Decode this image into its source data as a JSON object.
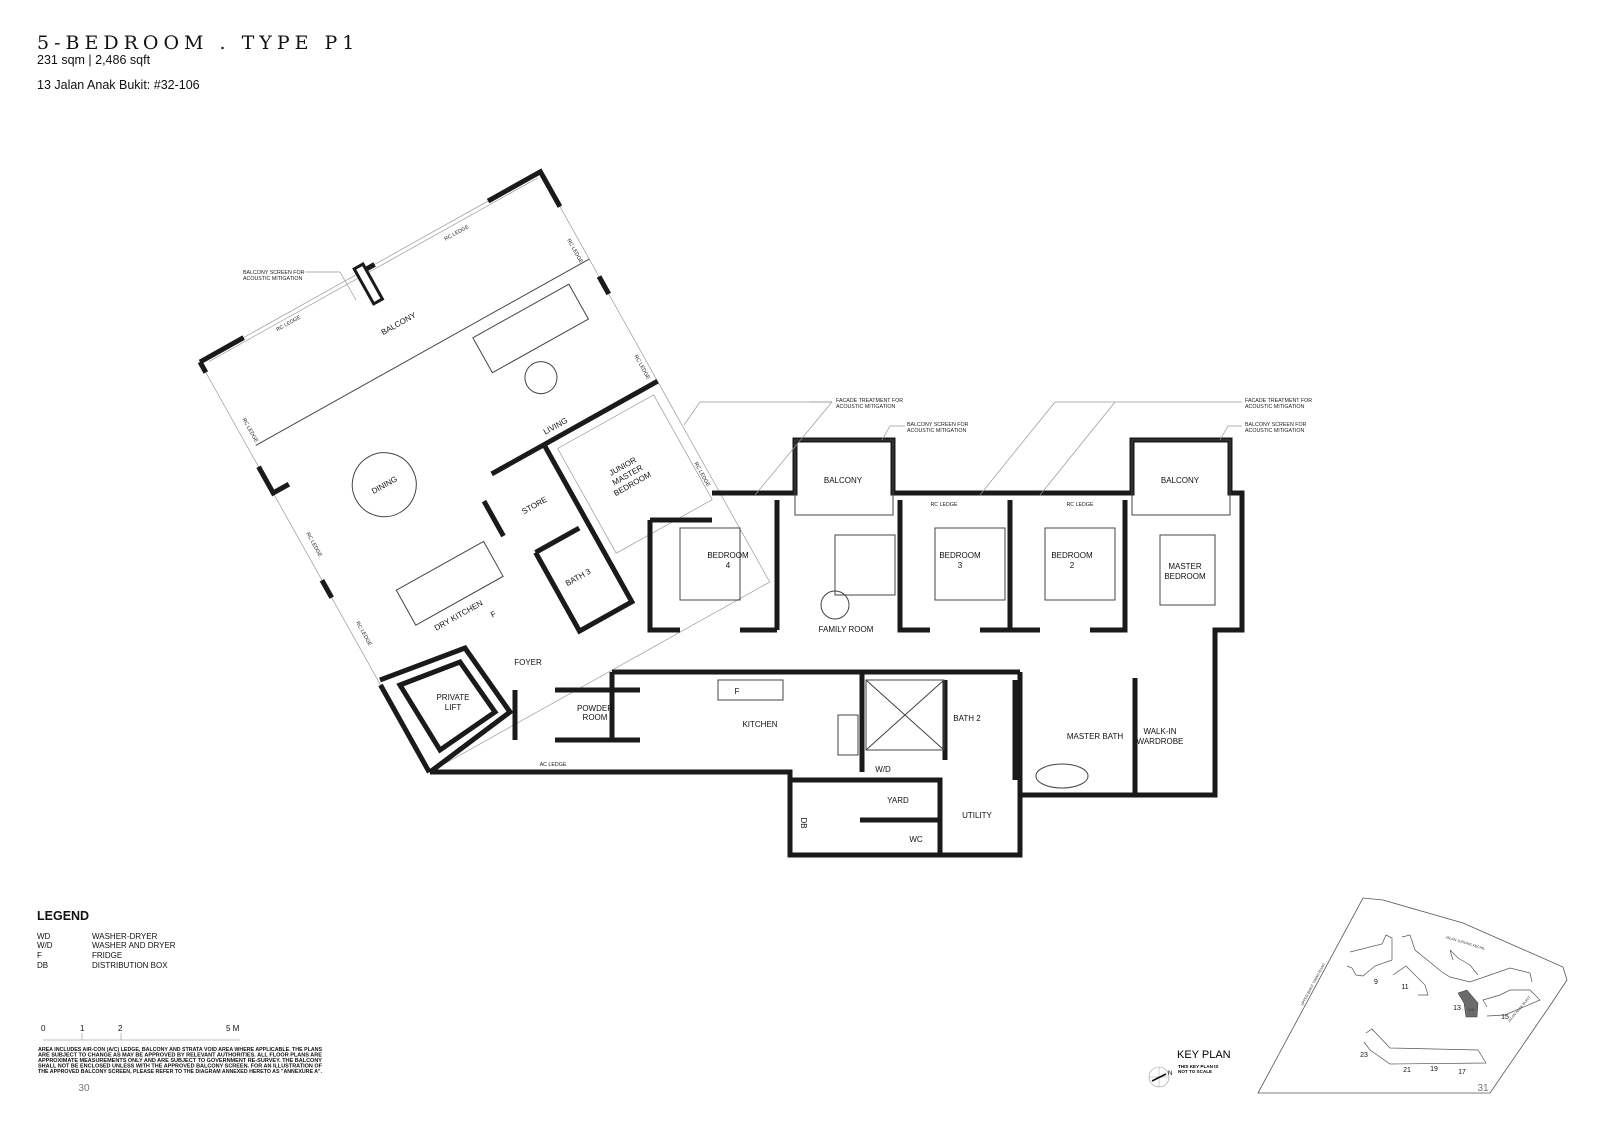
{
  "header": {
    "title": "5-BEDROOM . TYPE P1",
    "area": "231 sqm | 2,486 sqft",
    "address": "13 Jalan Anak Bukit: #32-106"
  },
  "rooms": {
    "balcony_main": "BALCONY",
    "living": "LIVING",
    "dining": "DINING",
    "dry_kitchen": "DRY KITCHEN",
    "fridge_dry": "F",
    "store": "STORE",
    "junior_master": [
      "JUNIOR",
      "MASTER",
      "BEDROOM"
    ],
    "bath3": "BATH 3",
    "private_lift": [
      "PRIVATE",
      "LIFT"
    ],
    "foyer": "FOYER",
    "powder_room": [
      "POWDER",
      "ROOM"
    ],
    "ac_ledge": "AC LEDGE",
    "kitchen": "KITCHEN",
    "fridge_kitchen": "F",
    "wd": "W/D",
    "yard": "YARD",
    "db": "DB",
    "wc": "WC",
    "utility": "UTILITY",
    "bath2": "BATH 2",
    "master_bath": "MASTER BATH",
    "walk_in": [
      "WALK-IN",
      "WARDROBE"
    ],
    "bedroom4": [
      "BEDROOM",
      "4"
    ],
    "family_room": "FAMILY ROOM",
    "balcony_1": "BALCONY",
    "balcony_2": "BALCONY",
    "bedroom3": [
      "BEDROOM",
      "3"
    ],
    "bedroom2": [
      "BEDROOM",
      "2"
    ],
    "master_bedroom": [
      "MASTER",
      "BEDROOM"
    ],
    "rc_ledge": "RC LEDGE"
  },
  "annotations": {
    "balcony_screen": [
      "BALCONY SCREEN FOR",
      "ACOUSTIC MITIGATION"
    ],
    "facade_treatment": [
      "FACADE TREATMENT FOR",
      "ACOUSTIC MITIGATION"
    ]
  },
  "legend": {
    "heading": "LEGEND",
    "items": [
      {
        "code": "WD",
        "desc": "WASHER-DRYER"
      },
      {
        "code": "W/D",
        "desc": "WASHER AND DRYER"
      },
      {
        "code": "F",
        "desc": "FRIDGE"
      },
      {
        "code": "DB",
        "desc": "DISTRIBUTION BOX"
      }
    ]
  },
  "scale_bar": {
    "ticks": [
      "0",
      "1",
      "2",
      "5 M"
    ]
  },
  "disclaimer": [
    "AREA INCLUDES AIR-CON (A/C) LEDGE, BALCONY AND STRATA VOID AREA WHERE APPLICABLE. THE PLANS",
    "ARE SUBJECT TO CHANGE AS MAY BE APPROVED BY RELEVANT AUTHORITIES. ALL FLOOR PLANS ARE",
    "APPROXIMATE MEASUREMENTS ONLY AND ARE SUBJECT TO GOVERNMENT RE-SURVEY. THE BALCONY",
    "SHALL NOT BE ENCLOSED UNLESS WITH THE APPROVED BALCONY SCREEN. FOR AN ILLUSTRATION OF",
    "THE APPROVED BALCONY SCREEN, PLEASE REFER TO THE DIAGRAM ANNEXED HERETO AS \"ANNEXURE A\"."
  ],
  "key_plan": {
    "title": "KEY PLAN",
    "note": [
      "THIS KEY PLAN IS",
      "NOT TO SCALE"
    ],
    "compass": "N",
    "roads": [
      "JALAN JURONG KECHIL",
      "UPPER BUKIT TIMAH ROAD",
      "JALAN ANAK BUKIT"
    ],
    "blocks": [
      "9",
      "11",
      "13",
      "15",
      "17",
      "19",
      "21",
      "23"
    ],
    "highlight_unit": "106",
    "highlight_color": "#6b6b6b"
  },
  "pages": {
    "left": "30",
    "right": "31"
  }
}
